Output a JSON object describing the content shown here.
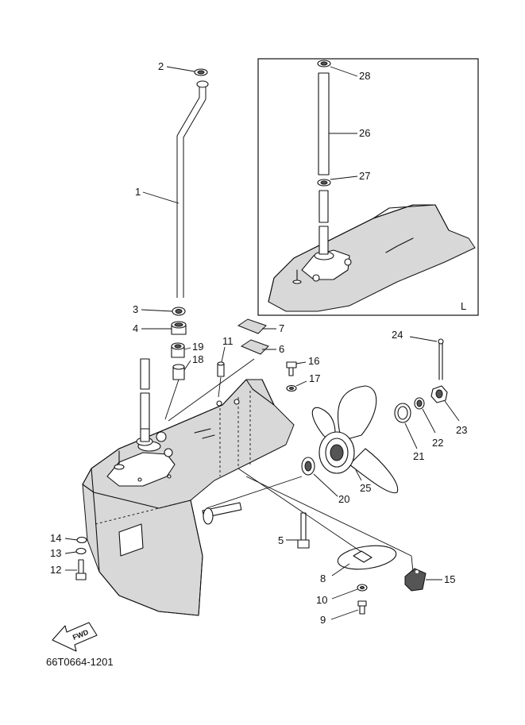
{
  "diagram": {
    "inset_tag": "L",
    "fwd_label": "FWD",
    "catalog_code": "66T0664-1201",
    "callouts": [
      "1",
      "2",
      "3",
      "4",
      "5",
      "6",
      "7",
      "8",
      "9",
      "10",
      "11",
      "12",
      "13",
      "14",
      "15",
      "16",
      "17",
      "18",
      "19",
      "20",
      "21",
      "22",
      "23",
      "24",
      "25",
      "26",
      "27",
      "28"
    ]
  }
}
